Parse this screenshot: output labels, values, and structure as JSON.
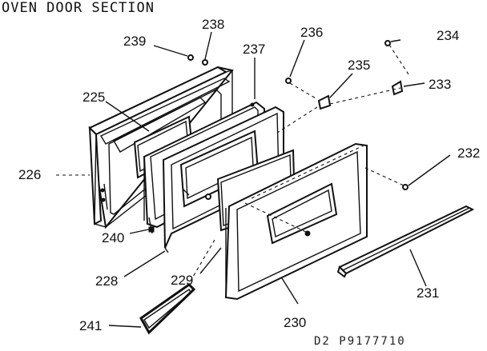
{
  "title": "OVEN DOOR SECTION",
  "drawing_code": "D2 P9177710",
  "parts": {
    "p225": "225",
    "p226": "226",
    "p228": "228",
    "p229": "229",
    "p230": "230",
    "p231": "231",
    "p232": "232",
    "p233": "233",
    "p234": "234",
    "p235": "235",
    "p236": "236",
    "p237": "237",
    "p238": "238",
    "p239": "239",
    "p240": "240",
    "p241": "241"
  }
}
